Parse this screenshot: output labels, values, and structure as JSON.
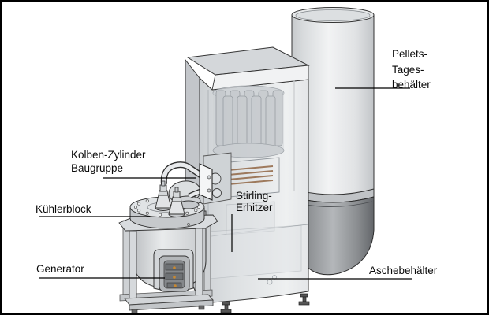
{
  "figure": {
    "kind": "technical-cutaway-illustration",
    "subject": "Stirling engine pellet boiler assembly",
    "background": "#ffffff",
    "border_color": "#000000"
  },
  "labels": {
    "kolben_zylinder": {
      "lines": [
        "Kolben-Zylinder",
        "Baugruppe"
      ]
    },
    "kuehlerblock": {
      "lines": [
        "Kühlerblock"
      ]
    },
    "generator": {
      "lines": [
        "Generator"
      ]
    },
    "stirling": {
      "lines": [
        "Stirling-",
        "Erhitzer"
      ]
    },
    "pellets": {
      "lines": [
        "Pellets-",
        "Tages-",
        "behälter"
      ]
    },
    "asche": {
      "lines": [
        "Aschebehälter"
      ]
    }
  },
  "colors": {
    "line": "#2e2e2e",
    "body_light": "#e9ebec",
    "body_mid": "#d5d8da",
    "body_dark": "#c3c6c9",
    "chute_dark": "#74777a",
    "generator_accent": "#c9882f",
    "leader_line": "#000000"
  }
}
